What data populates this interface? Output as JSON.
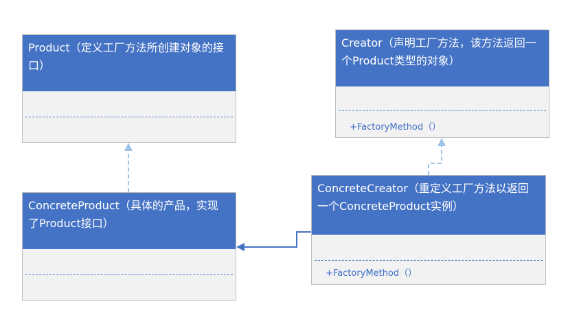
{
  "nodes": {
    "product": {
      "title": "Product（定义工厂方法所创建对象的接口）"
    },
    "creator": {
      "title": "Creator（声明工厂方法，该方法返回一个Product类型的对象）",
      "method": "+FactoryMethod（）"
    },
    "concrete_product": {
      "title": "ConcreteProduct（具体的产品，实现了Product接口）"
    },
    "concrete_creator": {
      "title": "ConcreteCreator（重定义工厂方法以返回一个ConcreteProduct实例）",
      "method": "+FactoryMethod（）"
    }
  },
  "edges": [
    {
      "from": "concrete_product",
      "to": "product",
      "style": "dashed",
      "arrow": "hollow-triangle",
      "relation": "realization"
    },
    {
      "from": "concrete_creator",
      "to": "creator",
      "style": "dashed",
      "arrow": "hollow-triangle",
      "relation": "realization"
    },
    {
      "from": "concrete_creator",
      "to": "concrete_product",
      "style": "solid",
      "arrow": "filled-triangle",
      "relation": "association"
    }
  ],
  "colors": {
    "header_fill": "#4472c4",
    "header_text": "#ffffff",
    "body_fill": "#f2f2f2",
    "dashed_separator": "#4a78c8",
    "connector": "#9dc3e6",
    "solid_connector": "#4472c4"
  }
}
